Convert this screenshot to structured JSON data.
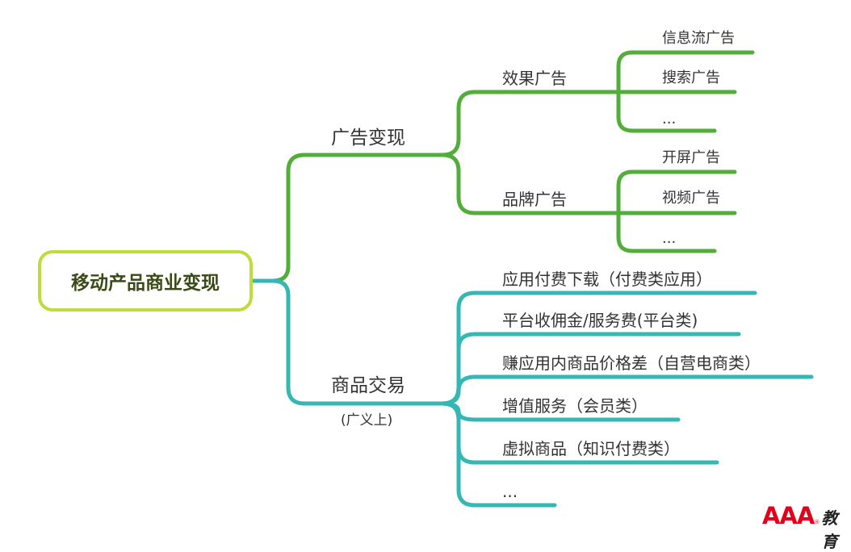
{
  "root": {
    "label": "移动产品商业变现"
  },
  "branch_ad": {
    "label": "广告变现",
    "effect": {
      "label": "效果广告",
      "items": [
        "信息流广告",
        "搜索广告",
        "..."
      ]
    },
    "brand": {
      "label": "品牌广告",
      "items": [
        "开屏广告",
        "视频广告",
        "..."
      ]
    }
  },
  "branch_trade": {
    "label": "商品交易",
    "note": "(广义上)",
    "items": [
      "应用付费下载（付费类应用）",
      "平台收佣金/服务费(平台类)",
      "赚应用内商品价格差（自营电商类）",
      "增值服务（会员类）",
      "虚拟商品（知识付费类）",
      "..."
    ]
  },
  "logo": {
    "brand": "AAA",
    "mark": "®",
    "suffix": "教育"
  },
  "colors": {
    "green": "#52ad3b",
    "teal": "#35b8b3",
    "root_border": "#bedc3a",
    "logo_red": "#e3001b"
  }
}
